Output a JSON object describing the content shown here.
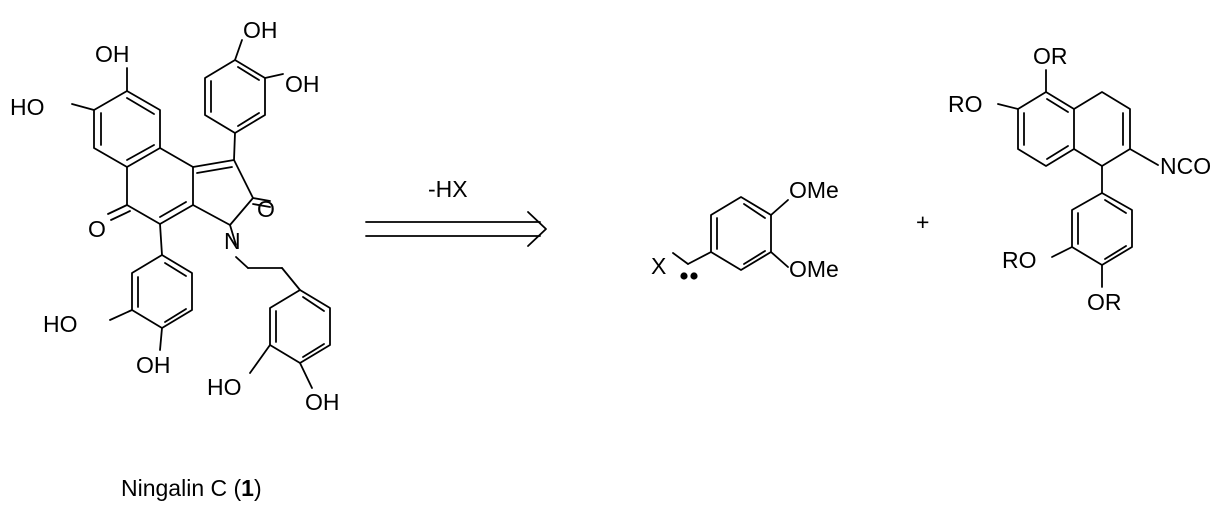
{
  "scheme": {
    "ningalin": {
      "labels": {
        "oh_top": "OH",
        "oh_upper_right": "OH",
        "oh_left_top": "OH",
        "ho_left": "HO",
        "o_ketone_right": "O",
        "n_atom": "N",
        "o_ketone_left": "O",
        "ho_bottom_left": "HO",
        "oh_bottom_left": "OH",
        "ho_bottom_right": "HO",
        "oh_bottom_right": "OH"
      },
      "caption": {
        "prefix": "Ningalin C (",
        "number": "1",
        "suffix": ")"
      }
    },
    "arrow": {
      "label": "-HX"
    },
    "fragment_a": {
      "labels": {
        "x": "X",
        "ome_top": "OMe",
        "ome_bottom": "OMe"
      }
    },
    "plus": "+",
    "fragment_b": {
      "labels": {
        "or_top": "OR",
        "ro_left": "RO",
        "nco": "NCO",
        "ro_bottom": "RO",
        "or_bottom": "OR"
      }
    }
  }
}
